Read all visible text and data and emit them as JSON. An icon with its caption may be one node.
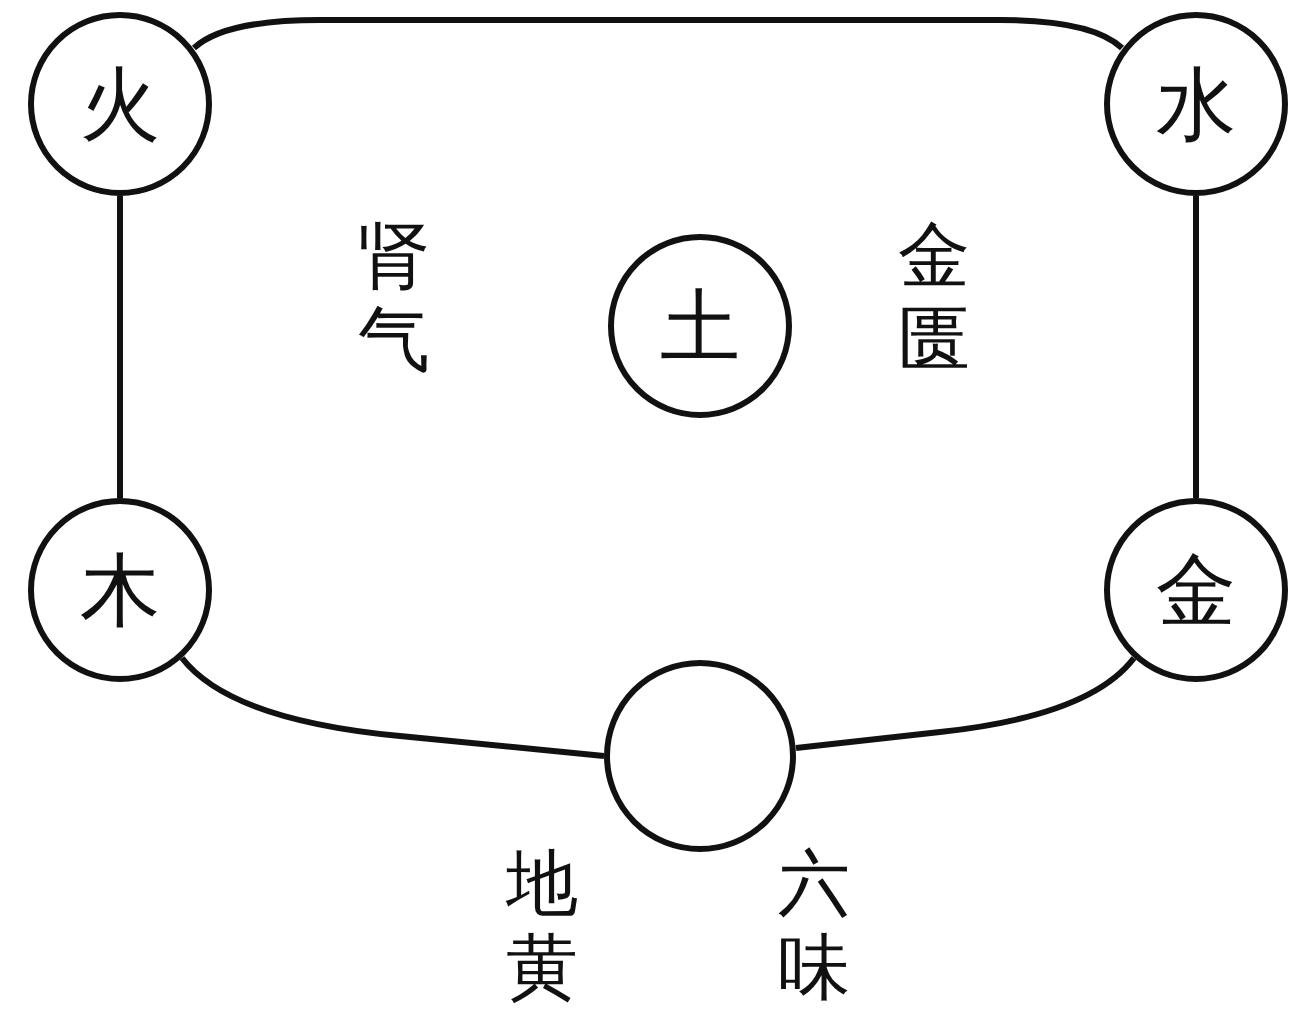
{
  "diagram": {
    "nodes": [
      {
        "text": [
          "火"
        ]
      },
      {
        "text": [
          "水"
        ]
      },
      {
        "text": [
          "土"
        ]
      },
      {
        "text": [
          "木"
        ]
      },
      {
        "text": [
          "金"
        ]
      },
      {
        "text": [],
        "shape": "circle"
      }
    ],
    "edges": [
      {
        "from": 0,
        "to": 1,
        "arrow": "none"
      },
      {
        "from": 0,
        "to": 3,
        "arrow": "none"
      },
      {
        "from": 1,
        "to": 4,
        "arrow": "none"
      },
      {
        "from": 3,
        "to": 5,
        "arrow": "none"
      },
      {
        "from": 5,
        "to": 4,
        "arrow": "none"
      }
    ],
    "labels": [
      "肾气",
      "金匮",
      "地黄",
      "六味"
    ]
  }
}
